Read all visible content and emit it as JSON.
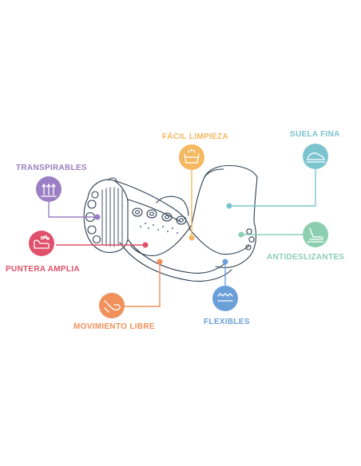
{
  "features": {
    "transpirables": {
      "label": "TRANSPIRABLES",
      "color": "#9b7fc4",
      "icon": "breathable-arrows-icon"
    },
    "puntera_amplia": {
      "label": "PUNTERA AMPLIA",
      "color": "#e0506a",
      "icon": "wide-toe-icon"
    },
    "movimiento_libre": {
      "label": "MOVIMIENTO LIBRE",
      "color": "#f0905a",
      "icon": "foot-movement-icon"
    },
    "facil_limpieza": {
      "label": "FÁCIL LIMPIEZA",
      "color": "#f4b860",
      "icon": "washing-basin-icon"
    },
    "suela_fina": {
      "label": "SUELA FINA",
      "color": "#7cc3d0",
      "icon": "thin-sole-shoe-icon"
    },
    "antideslizantes": {
      "label": "ANTIDESLIZANTES",
      "color": "#8ccfb0",
      "icon": "non-slip-foot-icon"
    },
    "flexibles": {
      "label": "FLEXIBLES",
      "color": "#6a9fd8",
      "icon": "flexible-wave-icon"
    }
  },
  "shoe": {
    "outline_color": "#2e3f52"
  }
}
